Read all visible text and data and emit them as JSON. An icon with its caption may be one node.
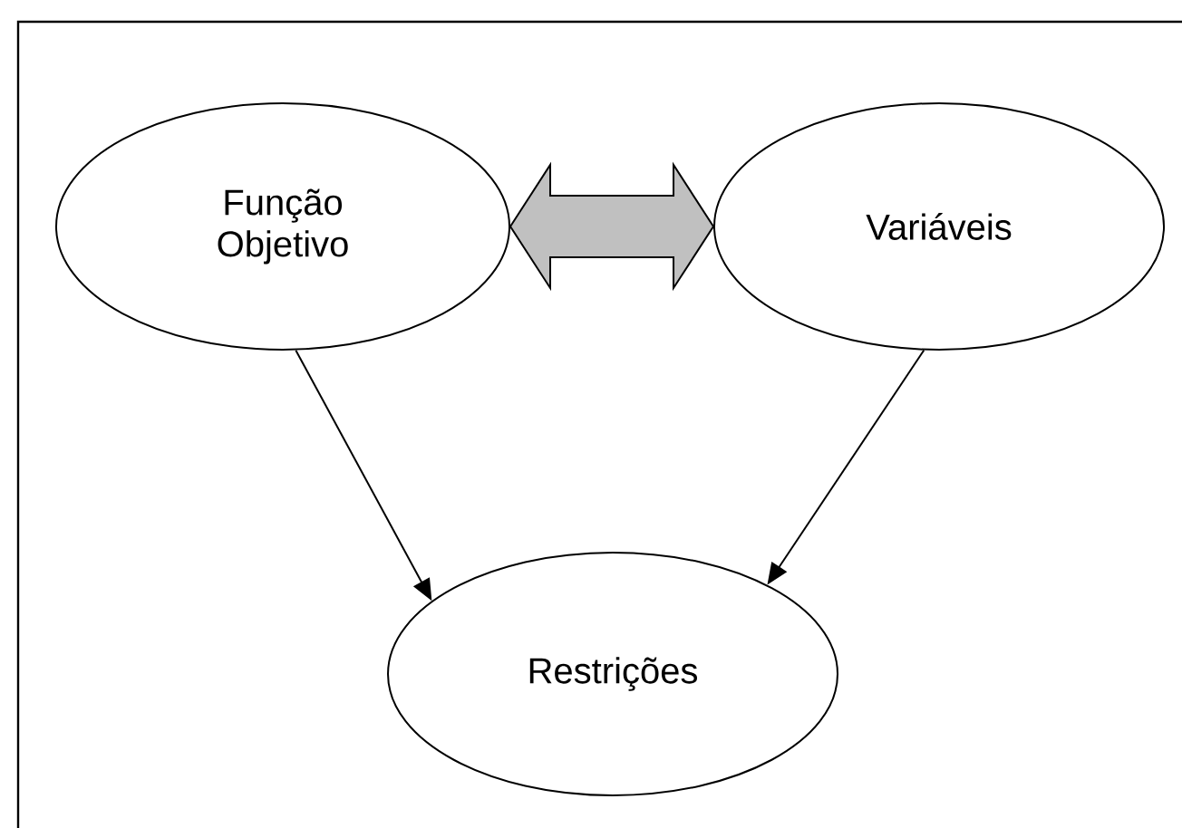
{
  "diagram": {
    "nodes": [
      {
        "text": [
          "Função Objetivo"
        ]
      },
      {
        "text": [
          "Variáveis"
        ]
      },
      {
        "text": [
          "Restrições"
        ]
      }
    ],
    "edges": [
      {
        "from": 0,
        "to": 1,
        "arrow": "both",
        "style": "thick",
        "color": "#c0c0c0"
      },
      {
        "from": 0,
        "to": 2,
        "arrow": "to"
      },
      {
        "from": 1,
        "to": 2,
        "arrow": "to"
      }
    ]
  }
}
